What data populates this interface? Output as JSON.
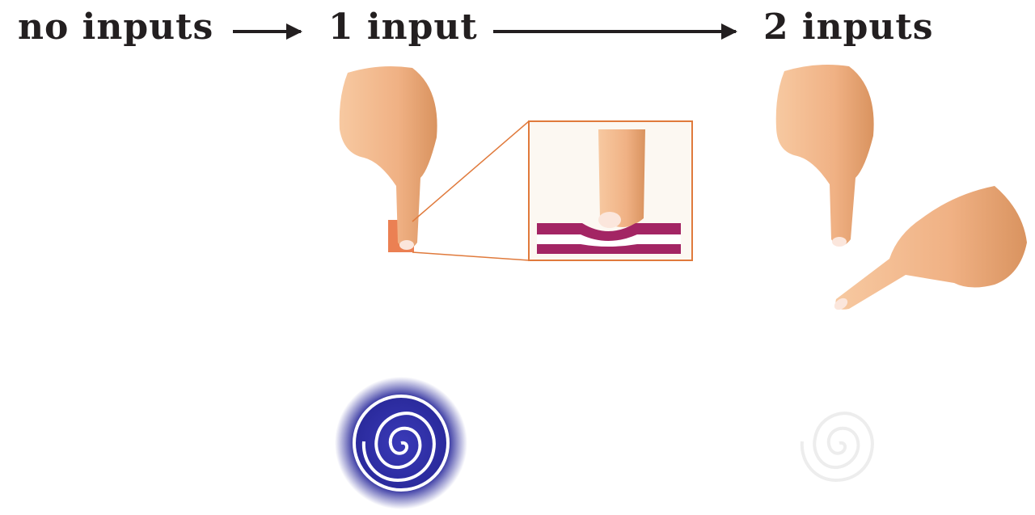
{
  "stages": [
    {
      "label": "no inputs",
      "spiral_state": "off"
    },
    {
      "label": "1 input",
      "spiral_state": "blue-glow"
    },
    {
      "label": "2 inputs",
      "spiral_state": "white-glow"
    }
  ],
  "colors": {
    "device": "#a32564",
    "trace": "#ffffff",
    "arrow": "#231f20",
    "glow_blue": "#2a2aa0",
    "inset_border": "#e07a3c",
    "skin": "#f2b88c"
  },
  "icons": [
    "pointing-hand-icon",
    "fingertip-icon",
    "arrow-right-icon"
  ]
}
